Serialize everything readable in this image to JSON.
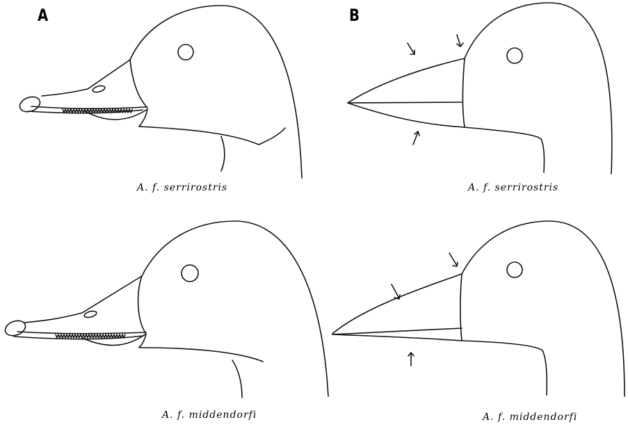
{
  "panels": [
    {
      "label": "A"
    },
    {
      "label": "B"
    }
  ],
  "captions": {
    "a_top": "A. f. serrirostris",
    "b_top": "A. f. serrirostris",
    "a_bottom": "A. f. middendorfi",
    "b_bottom": "A. f. middendorfi"
  }
}
